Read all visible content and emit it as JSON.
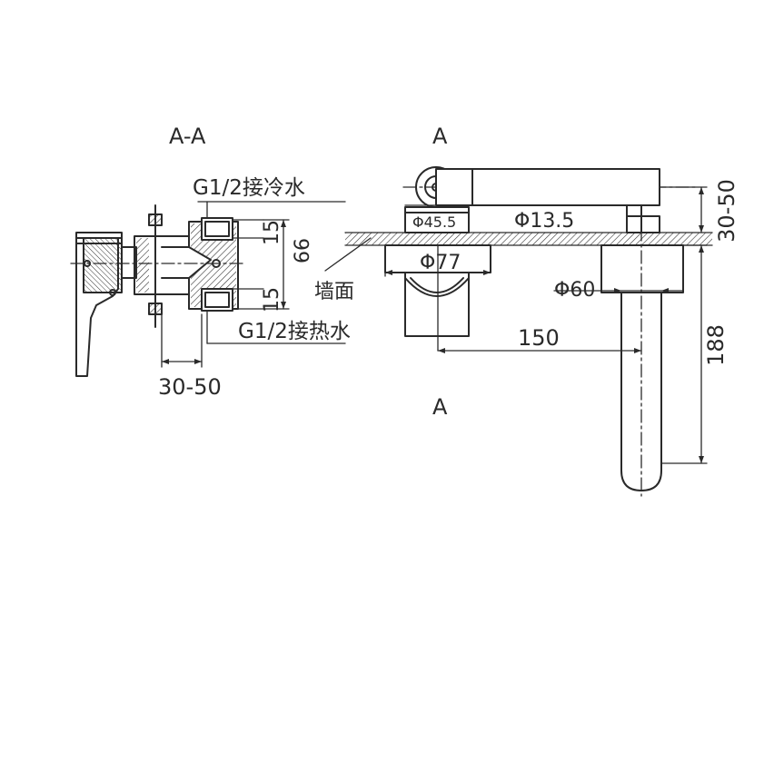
{
  "views": {
    "section_label": "A-A",
    "view_label_top": "A",
    "view_label_bottom": "A"
  },
  "section": {
    "cold_inlet": "G1/2接冷水",
    "hot_inlet": "G1/2接热水",
    "dim_15_top": "15",
    "dim_15_bottom": "15",
    "dim_66": "66",
    "dim_wall_depth": "30-50"
  },
  "elevation": {
    "dia_45_5": "Φ45.5",
    "dia_13_5": "Φ13.5",
    "dia_77": "Φ77",
    "dia_60": "Φ60",
    "wall_label": "墙面",
    "dim_150": "150",
    "dim_188": "188",
    "dim_30_50": "30-50"
  }
}
